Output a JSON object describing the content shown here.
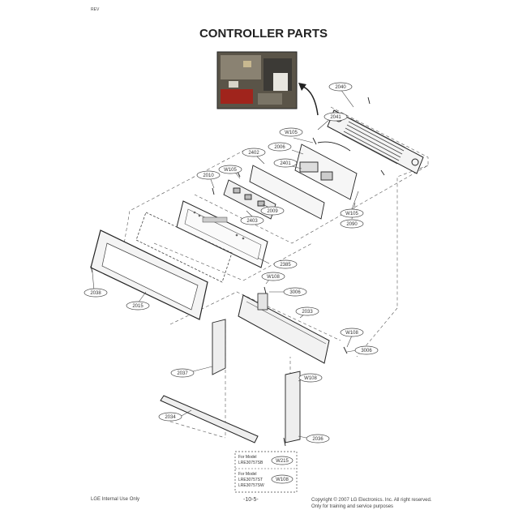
{
  "header": {
    "corner_mark": "REV",
    "title": "CONTROLLER PARTS"
  },
  "callouts": {
    "c2040": "2040",
    "c2041": "2041",
    "cW105a": "W105",
    "c2006": "2006",
    "c2402": "2402",
    "c2401": "2401",
    "cW105b": "W105",
    "c2010": "2010",
    "c2009": "2009",
    "c2403": "2403",
    "cW105c": "W105",
    "c2090": "2090",
    "c2385": "2385",
    "cW108a": "W108",
    "c3006a": "3006",
    "c2038": "2038",
    "c2015": "2015",
    "c2033": "2033",
    "cW108b": "W108",
    "c3006b": "3006",
    "c2037": "2037",
    "cW108c": "W108",
    "c2034": "2034",
    "c2036": "2036"
  },
  "model_box": {
    "model1_line1": "For Model",
    "model1_line2": "LRE30757SB",
    "model1_code": "W215",
    "model2_line1": "For Model",
    "model2_line2": "LRE30757ST",
    "model2_line3": "LRE30757SW",
    "model2_code": "W108"
  },
  "footer": {
    "left": "LGE Internal Use Only",
    "page": "-10-5-",
    "copyright": "Copyright © 2007 LG Electronics. Inc. All right reserved.",
    "training": "Only for training and service purposes"
  }
}
